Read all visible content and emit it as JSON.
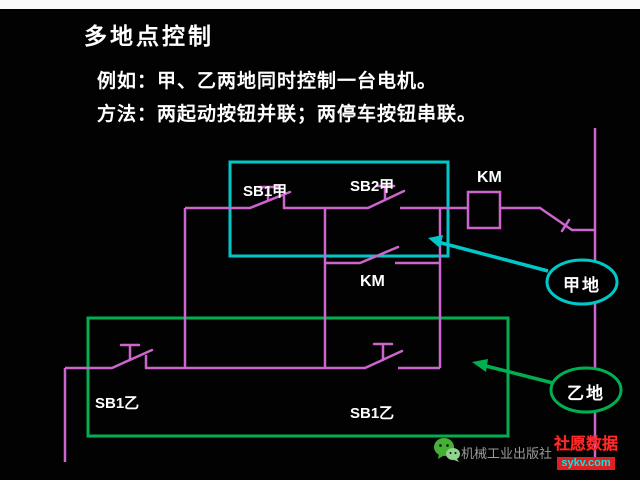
{
  "slide": {
    "title": "多地点控制",
    "lines": {
      "example": "例如：甲、乙两地同时控制一台电机。",
      "method": "方法：两起动按钮并联；两停车按钮串联。"
    }
  },
  "diagram": {
    "labels": {
      "sb1_jia": "SB1甲",
      "sb2_jia": "SB2甲",
      "km_coil": "KM",
      "km_contact": "KM",
      "sb1_yi_left": "SB1乙",
      "sb1_yi_center": "SB1乙",
      "jia_di": "甲地",
      "yi_di": "乙地"
    },
    "colors": {
      "wire": "#cc66cc",
      "highlight_jia": "#00c8c8",
      "highlight_yi": "#00b050",
      "label_text": "#ffffff"
    }
  },
  "footer": {
    "publisher": "机械工业出版社"
  },
  "watermark": {
    "text": "社愿数据",
    "url": "sykv.com",
    "text_color": "#ff2b2b",
    "url_color": "#00e8e8"
  }
}
